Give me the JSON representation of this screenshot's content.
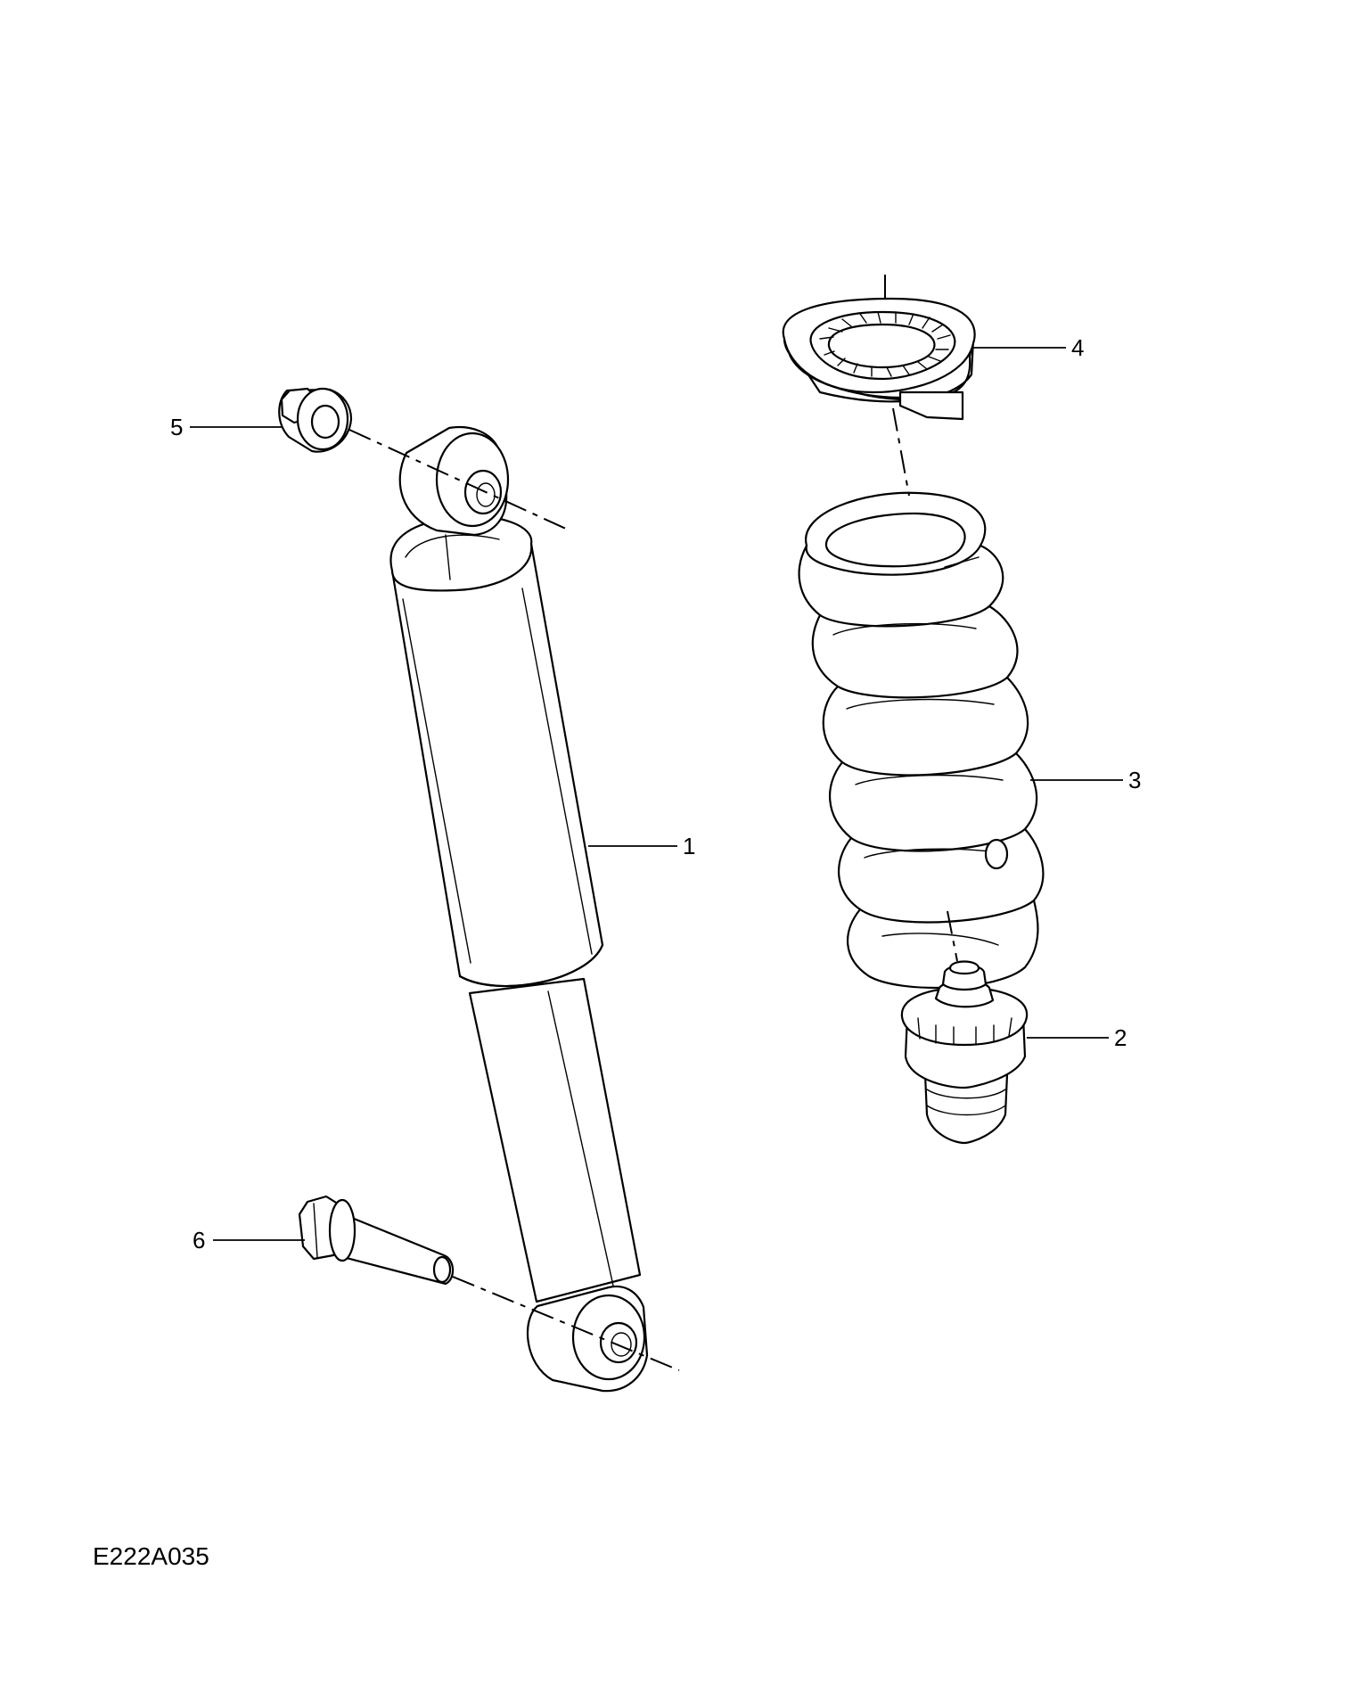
{
  "callouts": [
    {
      "id": "1",
      "label": "1"
    },
    {
      "id": "2",
      "label": "2"
    },
    {
      "id": "3",
      "label": "3"
    },
    {
      "id": "4",
      "label": "4"
    },
    {
      "id": "5",
      "label": "5"
    },
    {
      "id": "6",
      "label": "6"
    }
  ],
  "figure_reference": "E222A035"
}
